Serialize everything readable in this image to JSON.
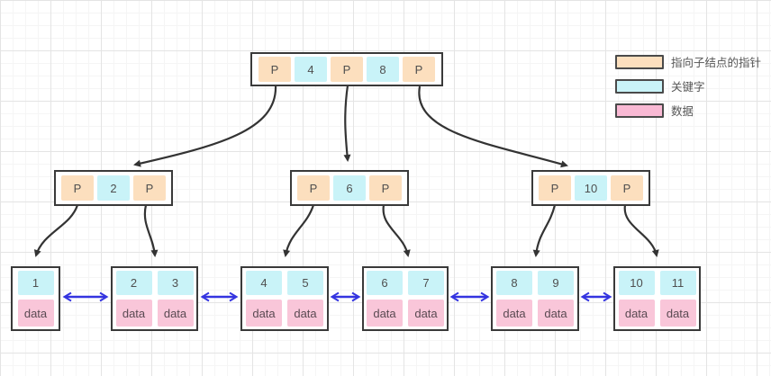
{
  "legend": {
    "items": [
      {
        "name": "pointer",
        "label": "指向子结点的指针",
        "color": "#fcdfbe"
      },
      {
        "name": "key",
        "label": "关键字",
        "color": "#c9f3f8"
      },
      {
        "name": "data",
        "label": "数据",
        "color": "#f9b9d4"
      }
    ]
  },
  "tree": {
    "root": {
      "cells": [
        "P",
        "4",
        "P",
        "8",
        "P"
      ]
    },
    "internals": [
      {
        "cells": [
          "P",
          "2",
          "P"
        ]
      },
      {
        "cells": [
          "P",
          "6",
          "P"
        ]
      },
      {
        "cells": [
          "P",
          "10",
          "P"
        ]
      }
    ],
    "leaves": [
      {
        "keys": [
          "1"
        ],
        "data": [
          "data"
        ]
      },
      {
        "keys": [
          "2",
          "3"
        ],
        "data": [
          "data",
          "data"
        ]
      },
      {
        "keys": [
          "4",
          "5"
        ],
        "data": [
          "data",
          "data"
        ]
      },
      {
        "keys": [
          "6",
          "7"
        ],
        "data": [
          "data",
          "data"
        ]
      },
      {
        "keys": [
          "8",
          "9"
        ],
        "data": [
          "data",
          "data"
        ]
      },
      {
        "keys": [
          "10",
          "11"
        ],
        "data": [
          "data",
          "data"
        ]
      }
    ]
  },
  "colors": {
    "pointer_cell": "#fcdfbe",
    "key_cell": "#c9f3f8",
    "data_cell": "#f9c6d9",
    "node_border": "#3a3a3a",
    "tree_edge": "#333333",
    "leaf_link_arrow": "#3434e0"
  }
}
